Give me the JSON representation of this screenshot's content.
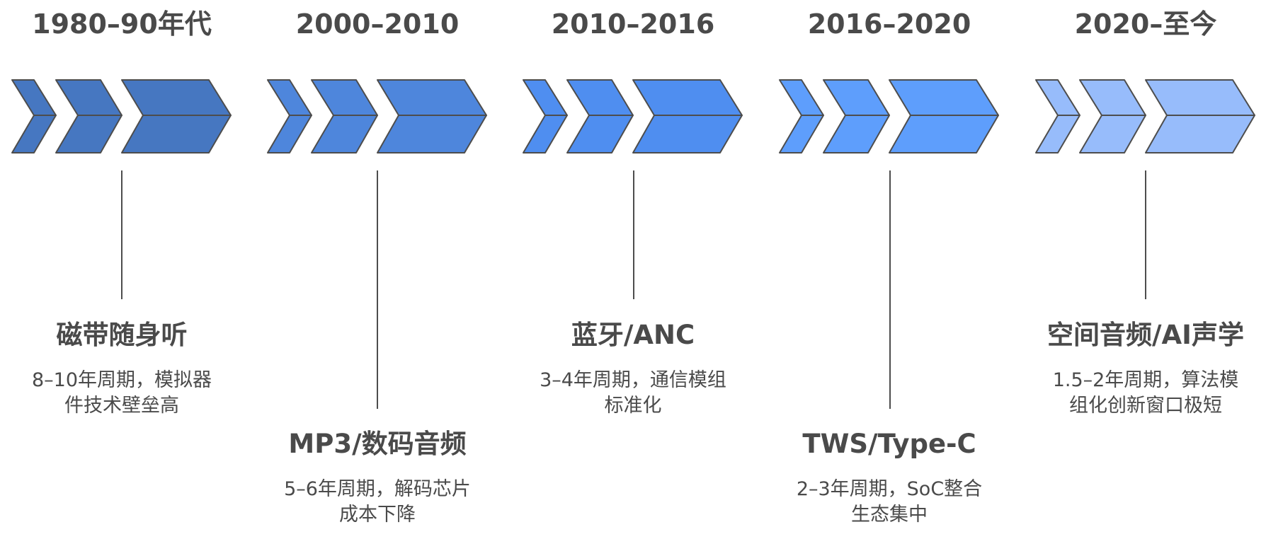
{
  "timeline": {
    "eras": [
      {
        "period": "1980–90年代",
        "title": "磁带随身听",
        "description": "8–10年周期，模拟器件技术壁垒高",
        "color": "#4677c1",
        "position": "upper"
      },
      {
        "period": "2000–2010",
        "title": "MP3/数码音频",
        "description": "5–6年周期，解码芯片成本下降",
        "color": "#4e86dc",
        "position": "lower"
      },
      {
        "period": "2010–2016",
        "title": "蓝牙/ANC",
        "description": "3–4年周期，通信模组标准化",
        "color": "#4f8ef0",
        "position": "upper"
      },
      {
        "period": "2016–2020",
        "title": "TWS/Type-C",
        "description": "2–3年周期，SoC整合生态集中",
        "color": "#5e9efc",
        "position": "lower"
      },
      {
        "period": "2020–至今",
        "title": "空间音频/AI声学",
        "description": "1.5–2年周期，算法模组化创新窗口极短",
        "color": "#97bcfb",
        "position": "upper"
      }
    ],
    "stroke_color": "#4d4d4d",
    "text_color": "#4a4a4a"
  }
}
